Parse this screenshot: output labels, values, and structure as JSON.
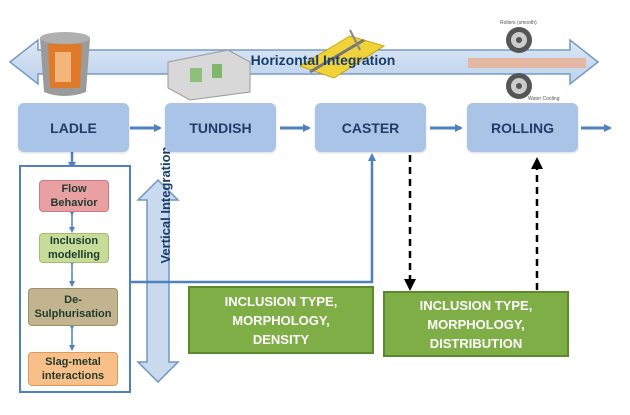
{
  "horizontal_label": "Horizontal Integration",
  "vertical_label": "Vertical Integration",
  "stages": [
    "LADLE",
    "TUNDISH",
    "CASTER",
    "ROLLING"
  ],
  "ladle_processes": [
    "Flow\nBehavior",
    "Inclusion\nmodelling",
    "De-\nSulphurisation",
    "Slag-metal\ninteractions"
  ],
  "caster_output": "INCLUSION TYPE,\nMORPHOLOGY,\nDENSITY",
  "rolling_output": "INCLUSION TYPE,\nMORPHOLOGY,\nDISTRIBUTION",
  "rolling_annotations": [
    "Rollers (smooth)",
    "Water Cooling"
  ],
  "colors": {
    "stage_fill": "#a9c4e6",
    "arrow_blue": "#4f81bd",
    "green_box": "#7fae47",
    "flow_behavior": "#e8a0a3",
    "inclusion_modelling": "#c6dc98",
    "desulphurisation": "#c2b48f",
    "slag_metal": "#f8c088"
  }
}
